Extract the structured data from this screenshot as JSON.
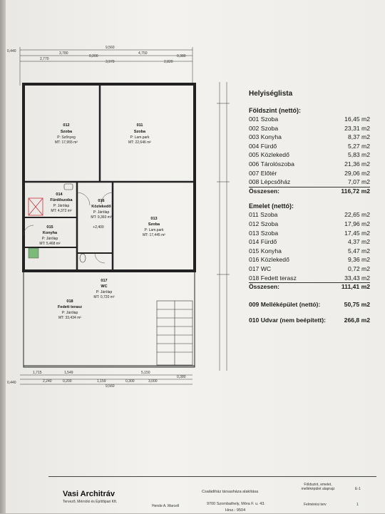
{
  "title": "Helyiséglista",
  "ground": {
    "heading": "Földszint (nettó):",
    "rows": [
      {
        "name": "001 Szoba",
        "area": "16,45 m2"
      },
      {
        "name": "002 Szoba",
        "area": "23,31 m2"
      },
      {
        "name": "003 Konyha",
        "area": "8,37 m2"
      },
      {
        "name": "004 Fürdő",
        "area": "5,27 m2"
      },
      {
        "name": "005 Közlekedő",
        "area": "5,83 m2"
      },
      {
        "name": "006 Tárolószoba",
        "area": "21,36 m2"
      },
      {
        "name": "007 Előtér",
        "area": "29,06 m2"
      },
      {
        "name": "008 Lépcsőház",
        "area": "7,07 m2"
      }
    ],
    "total_label": "Összesen:",
    "total": "116,72 m2"
  },
  "upper": {
    "heading": "Emelet (nettó):",
    "rows": [
      {
        "name": "011 Szoba",
        "area": "22,65 m2"
      },
      {
        "name": "012 Szoba",
        "area": "17,96 m2"
      },
      {
        "name": "013 Szoba",
        "area": "17,45 m2"
      },
      {
        "name": "014 Fürdő",
        "area": "4,37 m2"
      },
      {
        "name": "015 Konyha",
        "area": "5,47 m2"
      },
      {
        "name": "016 Közlekedő",
        "area": "9,36 m2"
      },
      {
        "name": "017 WC",
        "area": "0,72 m2"
      },
      {
        "name": "018 Fedett terasz",
        "area": "33,43 m2"
      }
    ],
    "total_label": "Összesen:",
    "total": "111,41 m2"
  },
  "extras": [
    {
      "name": "009 Melléképület (nettó):",
      "area": "50,75 m2"
    },
    {
      "name": "010 Udvar (nem beépített):",
      "area": "266,8 m2"
    }
  ],
  "plan": {
    "top_dims": {
      "total": "9,560",
      "a": "3,780",
      "b": "0,200",
      "c": "4,750",
      "d": "0,380",
      "e": "2,770",
      "f": "3,970",
      "g": "2,820",
      "h": "0,440"
    },
    "bottom_dims": {
      "total": "9,560",
      "a": "1,715",
      "b": "1,549",
      "c": "5,150",
      "d": "0,380",
      "e": "2,240",
      "f": "0,200",
      "g": "1,159",
      "h": "0,300",
      "i": "3,000",
      "j": "0,440"
    },
    "rooms": [
      {
        "no": "012",
        "name": "Szoba",
        "floor": "P: Szőnyeg",
        "mt": "MT: 17,955 m²"
      },
      {
        "no": "011",
        "name": "Szoba",
        "floor": "P: Lam.park",
        "mt": "MT: 22,646 m²"
      },
      {
        "no": "014",
        "name": "Fürdőszoba",
        "floor": "P: Járólap",
        "mt": "MT: 4,372 m²"
      },
      {
        "no": "016",
        "name": "Közlekedő",
        "floor": "P: Járólap",
        "mt": "MT: 9,360 m²"
      },
      {
        "no": "013",
        "name": "Szoba",
        "floor": "P: Lam.park",
        "mt": "MT: 17,445 m²"
      },
      {
        "no": "015",
        "name": "Konyha",
        "floor": "P: Járólap",
        "mt": "MT: 5,468 m²"
      },
      {
        "no": "017",
        "name": "WC",
        "floor": "P: Járólap",
        "mt": "MT: 0,720 m²"
      },
      {
        "no": "018",
        "name": "Fedett terasz",
        "floor": "P: Járólap",
        "mt": "MT: 33,434 m²"
      }
    ],
    "level": "+2,400"
  },
  "titleblock": {
    "company": "Vasi Architráv",
    "company_sub": "Tervező, Mérnöki és Építőipari Kft.",
    "designer": "Hende A. Marcell",
    "project": "Családiház társasháza alakítása",
    "address": "9700 Szombathely, Móra F. u. 43.",
    "hrsz": "Hrsz.: 9504",
    "drawing": "Földszint, emelet, melléképület alaprajz",
    "phase": "Felmérési terv",
    "sheet": "E-1",
    "scale": "1"
  }
}
